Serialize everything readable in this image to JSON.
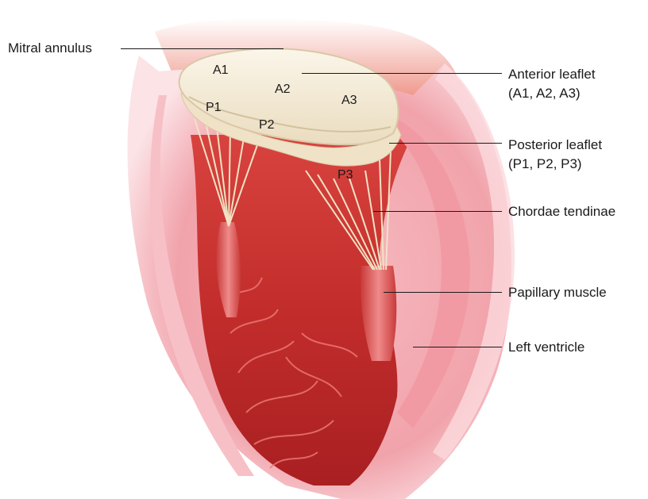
{
  "labels": {
    "mitral_annulus": "Mitral annulus",
    "anterior_leaflet": "Anterior leaflet",
    "anterior_segments": "(A1, A2, A3)",
    "posterior_leaflet": "Posterior leaflet",
    "posterior_segments": "(P1, P2, P3)",
    "chordae_tendinae": "Chordae tendinae",
    "papillary_muscle": "Papillary muscle",
    "left_ventricle": "Left ventricle"
  },
  "segments": {
    "a1": "A1",
    "a2": "A2",
    "a3": "A3",
    "p1": "P1",
    "p2": "P2",
    "p3": "P3"
  },
  "colors": {
    "myocardium": "#f3a9b0",
    "myocardium_light": "#f9cdd2",
    "cavity": "#c9302f",
    "cavity_dark": "#a51f22",
    "leaflet": "#f5ecd8",
    "chordae": "#f2e2c4",
    "text": "#1a1a1a"
  }
}
